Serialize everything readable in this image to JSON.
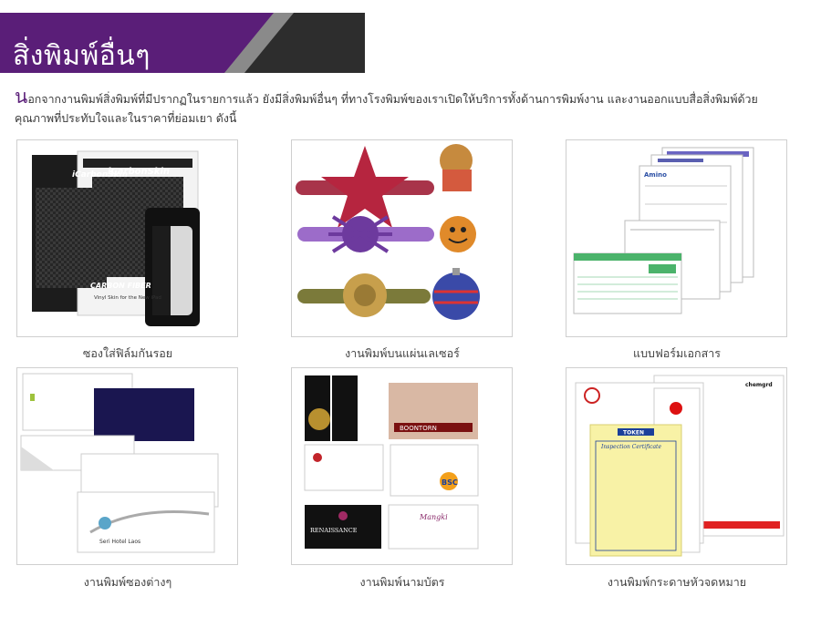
{
  "header": {
    "title": "สิ่งพิมพ์อื่นๆ",
    "accent_color": "#5a1e78",
    "dark_color": "#2b2b2b"
  },
  "intro": {
    "dropcap": "น",
    "line1": "อกจากงานพิมพ์สิ่งพิมพ์ที่มีปรากฏในรายการแล้ว ยังมีสิ่งพิมพ์อื่นๆ ที่ทางโรงพิมพ์ของเราเปิดให้บริการทั้งด้านการพิมพ์งาน และงานออกแบบสื่อสิ่งพิมพ์ด้วย",
    "line2": "คุณภาพที่ประทับใจและในราคาที่ย่อมเยา ดังนี้"
  },
  "products": [
    {
      "caption": "ซองใส่ฟิล์มกันรอย",
      "brand": "iCarbonSkin",
      "sub": "CARBON FIBER",
      "sub2": "Vinyl Skin for the New iPad"
    },
    {
      "caption": "งานพิมพ์บนแผ่นเลเซอร์"
    },
    {
      "caption": "แบบฟอร์มเอกสาร",
      "form_brand": "Amino"
    },
    {
      "caption": "งานพิมพ์ซองต่างๆ",
      "env_brand": "Seri Hotel Laos"
    },
    {
      "caption": "งานพิมพ์นามบัตร",
      "card1": "BOONTORN",
      "card2": "BSC",
      "card3": "RENAISSANCE",
      "card4": "Mangki"
    },
    {
      "caption": "งานพิมพ์กระดาษหัวจดหมาย",
      "lh_brand": "TOKEN",
      "lh_title": "Inspection Certificate",
      "lh_brand2": "chemgrd"
    }
  ]
}
